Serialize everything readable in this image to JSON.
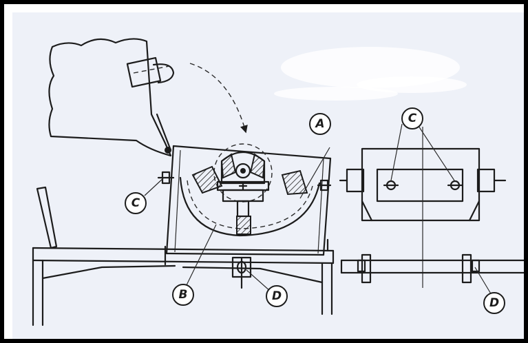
{
  "callouts": {
    "a_upper": "A",
    "c_left": "C",
    "c_right": "C",
    "b": "B",
    "d_center": "D",
    "d_right": "D"
  },
  "colors": {
    "ink": "#1c1c1c",
    "paper": "#eef1f8",
    "frame": "#000000"
  }
}
